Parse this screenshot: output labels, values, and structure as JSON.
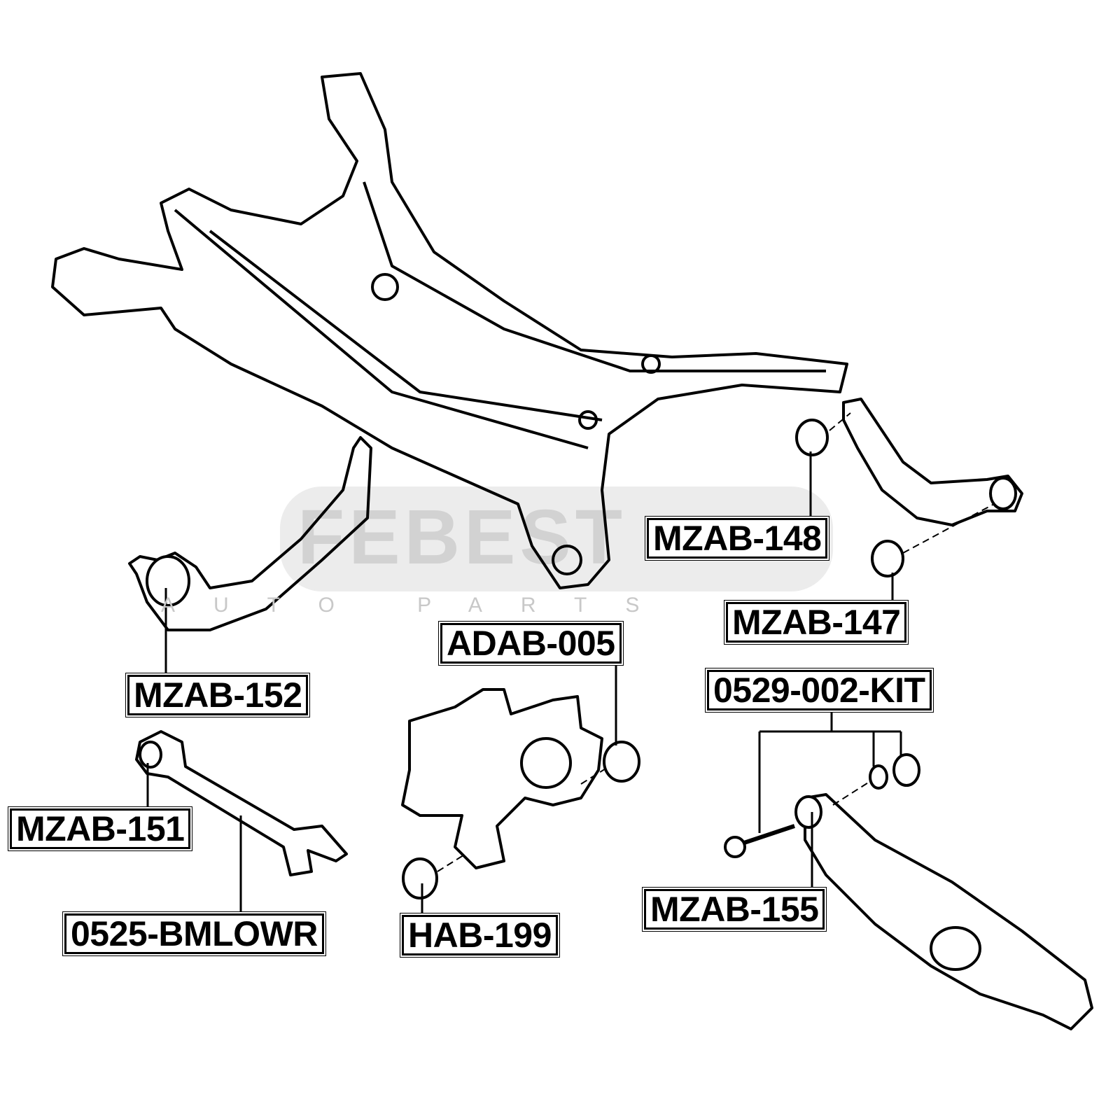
{
  "watermark": {
    "brand": "FEBEST",
    "tagline": "AUTO PARTS"
  },
  "labels": {
    "mzab148": "MZAB-148",
    "mzab147": "MZAB-147",
    "adab005": "ADAB-005",
    "kit0529": "0529-002-KIT",
    "mzab152": "MZAB-152",
    "mzab151": "MZAB-151",
    "bmlowr0525": "0525-BMLOWR",
    "hab199": "HAB-199",
    "mzab155": "MZAB-155"
  }
}
